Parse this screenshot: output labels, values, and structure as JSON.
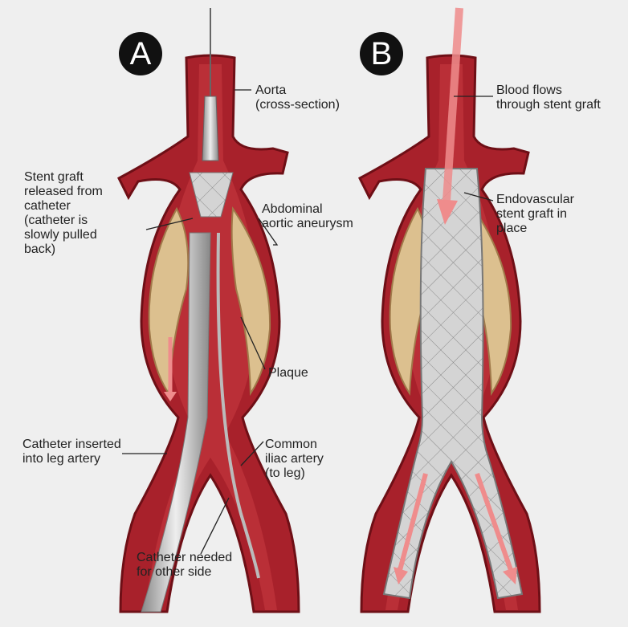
{
  "panels": [
    {
      "id": "A",
      "badge": "A"
    },
    {
      "id": "B",
      "badge": "B"
    }
  ],
  "labels_a": {
    "aorta": "Aorta\n(cross-section)",
    "stent_released": "Stent graft\nreleased from\ncatheter\n(catheter is\nslowly pulled\nback)",
    "aneurysm": "Abdominal\naortic aneurysm",
    "plaque": "Plaque",
    "catheter_inserted": "Catheter inserted\ninto leg artery",
    "iliac": "Common\niliac artery\n(to leg)",
    "catheter_needed": "Catheter needed\nfor other side"
  },
  "labels_b": {
    "blood_flows": "Blood flows\nthrough stent graft",
    "endovascular": "Endovascular\nstent graft in\nplace"
  },
  "colors": {
    "artery": "#a8212b",
    "artery_dark": "#6e0f16",
    "plaque": "#dcc08f",
    "stent": "#c9c9c9",
    "arrow": "#ef8c8c"
  }
}
